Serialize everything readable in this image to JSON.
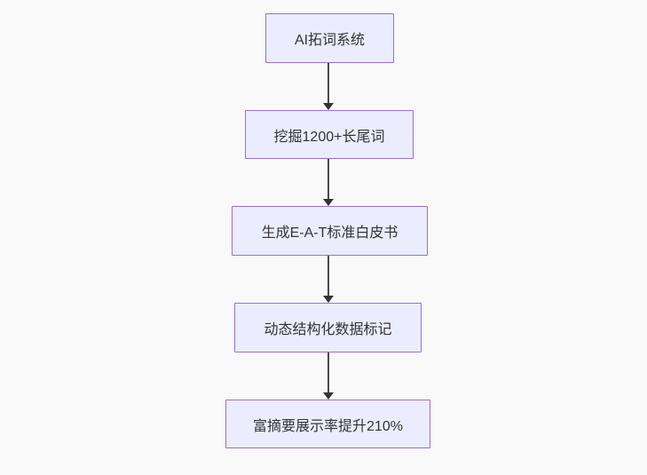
{
  "diagram": {
    "type": "flowchart",
    "direction": "top-down",
    "colors": {
      "background": "#f9f9f9",
      "node_fill": "#ECECFF",
      "node_border": "#9370DB",
      "node_text": "#333333",
      "arrow": "#333333"
    },
    "nodes": [
      {
        "id": "A",
        "label": "AI拓词系统"
      },
      {
        "id": "B",
        "label": "挖掘1200+长尾词"
      },
      {
        "id": "C",
        "label": "生成E-A-T标准白皮书"
      },
      {
        "id": "D",
        "label": "动态结构化数据标记"
      },
      {
        "id": "E",
        "label": "富摘要展示率提升210%"
      }
    ],
    "edges": [
      {
        "from": "A",
        "to": "B"
      },
      {
        "from": "B",
        "to": "C"
      },
      {
        "from": "C",
        "to": "D"
      },
      {
        "from": "D",
        "to": "E"
      }
    ]
  }
}
